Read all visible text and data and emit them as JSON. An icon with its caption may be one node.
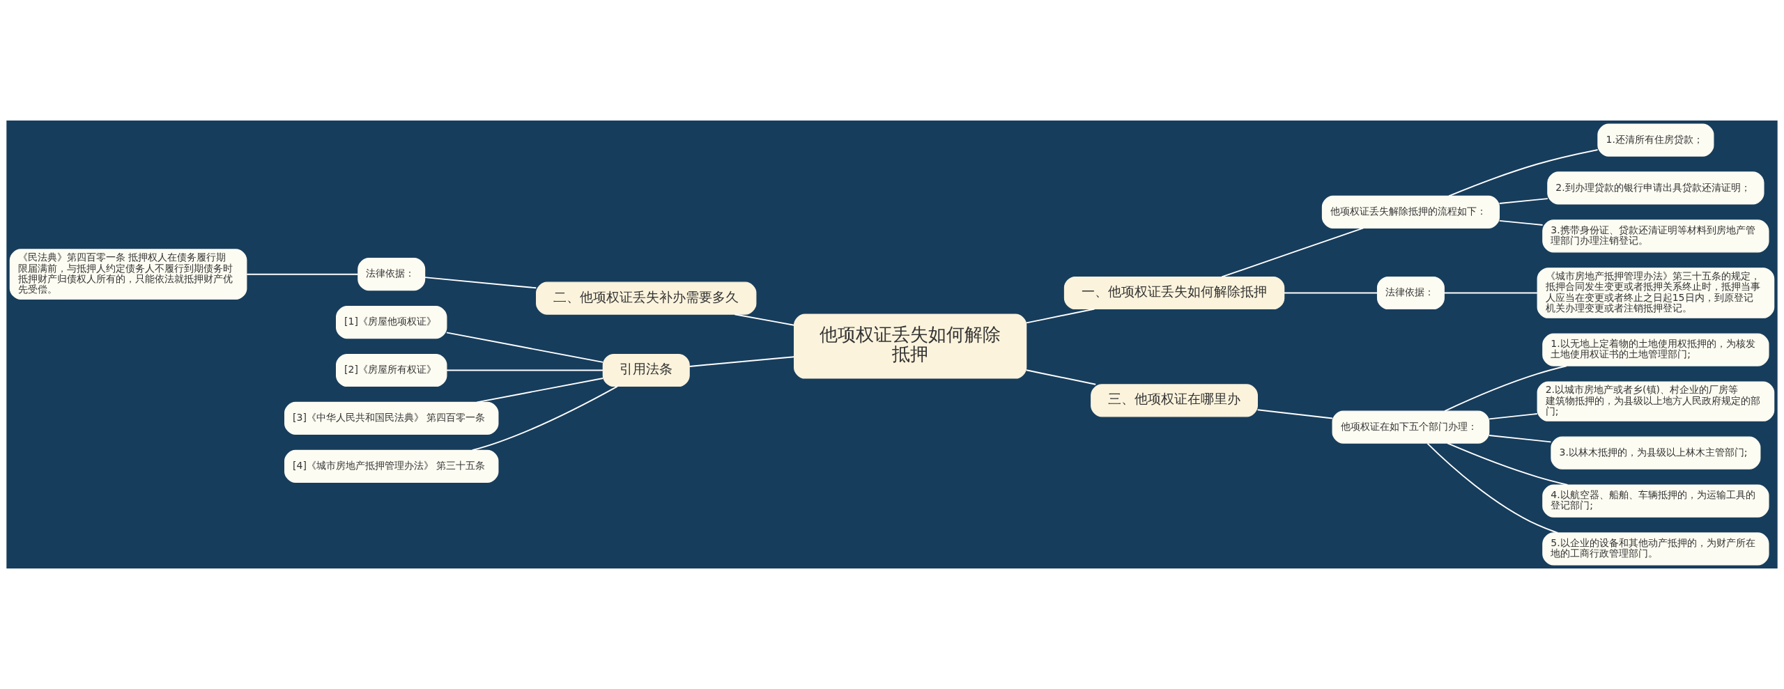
{
  "diagram": {
    "nodes": [
      {
        "text": [
          "他项权证丢失如何解除抵押"
        ]
      },
      {
        "text": [
          "一、他项权证丢失如何解除抵押"
        ]
      },
      {
        "text": [
          "他项权证丢失解除抵押的流程如下："
        ]
      },
      {
        "text": [
          "1.还清所有住房贷款；"
        ]
      },
      {
        "text": [
          "2.到办理贷款的银行申请出具贷款还清证明；"
        ]
      },
      {
        "text": [
          "3.携带身份证、贷款还清证明等材料到房地产管理部门办理注销登记。"
        ]
      },
      {
        "text": [
          "法律依据："
        ]
      },
      {
        "text": [
          "《城市房地产抵押管理办法》第三十五条的规定，抵押合同发生变更或者抵押关系终止时，抵押当事人应当在变更或者终止之日起15日内，到原登记机关办理变更或者注销抵押登记。"
        ]
      },
      {
        "text": [
          "二、他项权证丢失补办需要多久"
        ]
      },
      {
        "text": [
          "法律依据："
        ]
      },
      {
        "text": [
          "《民法典》第四百零一条 抵押权人在债务履行期限届满前，与抵押人约定债务人不履行到期债务时抵押财产归债权人所有的，只能依法就抵押财产优先受偿。"
        ]
      },
      {
        "text": [
          "引用法条"
        ]
      },
      {
        "text": [
          "[1]《房屋他项权证》"
        ]
      },
      {
        "text": [
          "[2]《房屋所有权证》"
        ]
      },
      {
        "text": [
          "[3]《中华人民共和国民法典》 第四百零一条"
        ]
      },
      {
        "text": [
          "[4]《城市房地产抵押管理办法》 第三十五条"
        ]
      },
      {
        "text": [
          "三、他项权证在哪里办"
        ]
      },
      {
        "text": [
          "他项权证在如下五个部门办理："
        ]
      },
      {
        "text": [
          "1.以无地上定着物的土地使用权抵押的，为核发土地使用权证书的土地管理部门;"
        ]
      },
      {
        "text": [
          "2.以城市房地产或者乡(镇)、村企业的厂房等建筑物抵押的，为县级以上地方人民政府规定的部门;"
        ]
      },
      {
        "text": [
          "3.以林木抵押的，为县级以上林木主管部门;"
        ]
      },
      {
        "text": [
          "4.以航空器、船舶、车辆抵押的，为运输工具的登记部门;"
        ]
      },
      {
        "text": [
          "5.以企业的设备和其他动产抵押的，为财产所在地的工商行政管理部门。"
        ]
      }
    ],
    "edges": [
      {
        "from": 0,
        "to": 1,
        "arrow": "none"
      },
      {
        "from": 1,
        "to": 2,
        "arrow": "none"
      },
      {
        "from": 2,
        "to": 3,
        "arrow": "none"
      },
      {
        "from": 2,
        "to": 4,
        "arrow": "none"
      },
      {
        "from": 2,
        "to": 5,
        "arrow": "none"
      },
      {
        "from": 1,
        "to": 6,
        "arrow": "none"
      },
      {
        "from": 6,
        "to": 7,
        "arrow": "none"
      },
      {
        "from": 0,
        "to": 8,
        "arrow": "none"
      },
      {
        "from": 8,
        "to": 9,
        "arrow": "none"
      },
      {
        "from": 9,
        "to": 10,
        "arrow": "none"
      },
      {
        "from": 0,
        "to": 11,
        "arrow": "none"
      },
      {
        "from": 11,
        "to": 12,
        "arrow": "none"
      },
      {
        "from": 11,
        "to": 13,
        "arrow": "none"
      },
      {
        "from": 11,
        "to": 14,
        "arrow": "none"
      },
      {
        "from": 11,
        "to": 15,
        "arrow": "none"
      },
      {
        "from": 0,
        "to": 16,
        "arrow": "none"
      },
      {
        "from": 16,
        "to": 17,
        "arrow": "none"
      },
      {
        "from": 17,
        "to": 18,
        "arrow": "none"
      },
      {
        "from": 17,
        "to": 19,
        "arrow": "none"
      },
      {
        "from": 17,
        "to": 20,
        "arrow": "none"
      },
      {
        "from": 17,
        "to": 21,
        "arrow": "none"
      },
      {
        "from": 17,
        "to": 22,
        "arrow": "none"
      }
    ]
  }
}
